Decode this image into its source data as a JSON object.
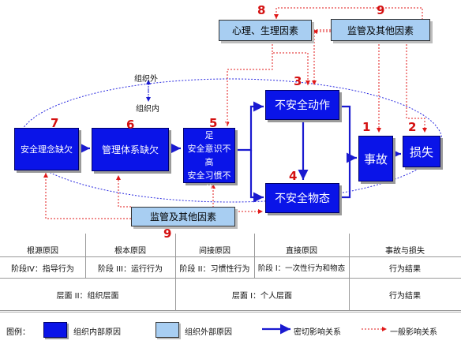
{
  "nodes": {
    "physio": "心理、生理因素",
    "supervision_top": "监管及其他因素",
    "unsafe_act": "不安全动作",
    "unsafe_object": "不安全物态",
    "accident": "事故",
    "loss": "损失",
    "concept": "安全理念缺欠",
    "management": "管理体系缺欠",
    "knowledge": [
      "安全知识不足",
      "安全意识不高",
      "安全习惯不佳"
    ],
    "supervision_bottom": "监管及其他因素"
  },
  "numbers": {
    "n8": "8",
    "n9a": "9",
    "n3": "3",
    "n1": "1",
    "n2": "2",
    "n7": "7",
    "n6": "6",
    "n5": "5",
    "n4": "4",
    "n9b": "9"
  },
  "boundary": {
    "outside": "组织外",
    "inside": "组织内"
  },
  "table": {
    "causes": [
      "根源原因",
      "根本原因",
      "间接原因",
      "直接原因",
      "事故与损失"
    ],
    "stages": [
      "阶段IV：指导行为",
      "阶段 III：运行行为",
      "阶段 II：习惯性行为",
      "阶段 I：一次性行为和物态",
      "行为结果"
    ],
    "levels": [
      "层面 II：组织层面",
      "层面 I：个人层面",
      "行为结果"
    ]
  },
  "legend": {
    "title": "图例：",
    "internal": "组织内部原因",
    "external": "组织外部原因",
    "close": "密切影响关系",
    "general": "一般影响关系"
  },
  "colors": {
    "internal_fill": "#0a14e8",
    "external_fill": "#a8cef2",
    "close_arrow": "#1a1ad0",
    "general_arrow": "#e01818",
    "number": "#d41010"
  }
}
